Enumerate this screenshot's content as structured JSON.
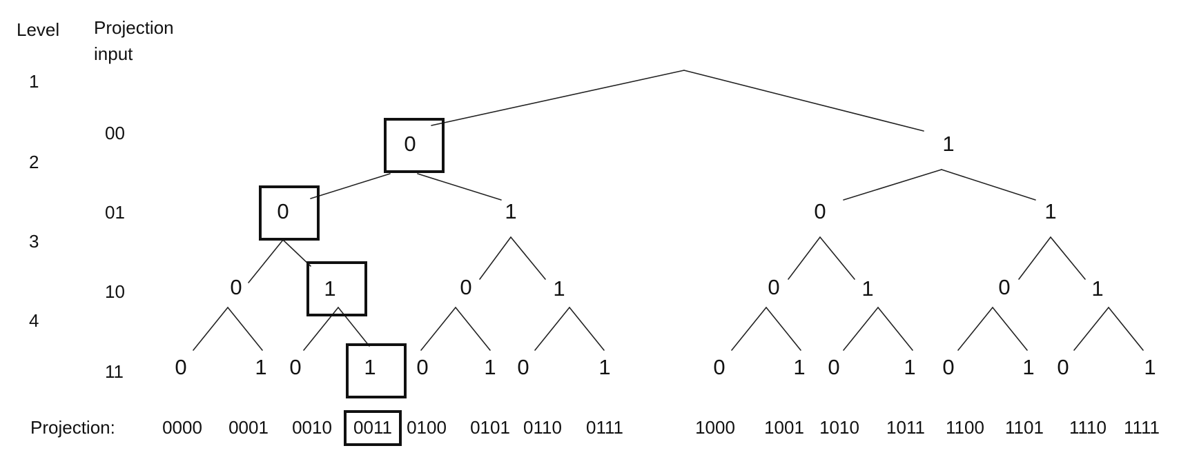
{
  "headers": {
    "level": "Level",
    "projection_input_line1": "Projection",
    "projection_input_line2": "input"
  },
  "levels": [
    "1",
    "2",
    "3",
    "4"
  ],
  "inputs": [
    "00",
    "01",
    "10",
    "11"
  ],
  "projection_label": "Projection:",
  "tree": {
    "level2": [
      "0",
      "1"
    ],
    "level3": [
      "0",
      "1",
      "0",
      "1"
    ],
    "level4": [
      "0",
      "1",
      "0",
      "1",
      "0",
      "1",
      "0",
      "1"
    ],
    "level5": [
      "0",
      "1",
      "0",
      "1",
      "0",
      "1",
      "0",
      "1",
      "0",
      "1",
      "0",
      "1",
      "0",
      "1",
      "0",
      "1"
    ]
  },
  "projections": [
    "0000",
    "0001",
    "0010",
    "0011",
    "0100",
    "0101",
    "0110",
    "0111",
    "1000",
    "1001",
    "1010",
    "1011",
    "1100",
    "1101",
    "1110",
    "1111"
  ],
  "highlighted_path": [
    "0",
    "0",
    "1",
    "1"
  ],
  "highlighted_projection": "0011"
}
